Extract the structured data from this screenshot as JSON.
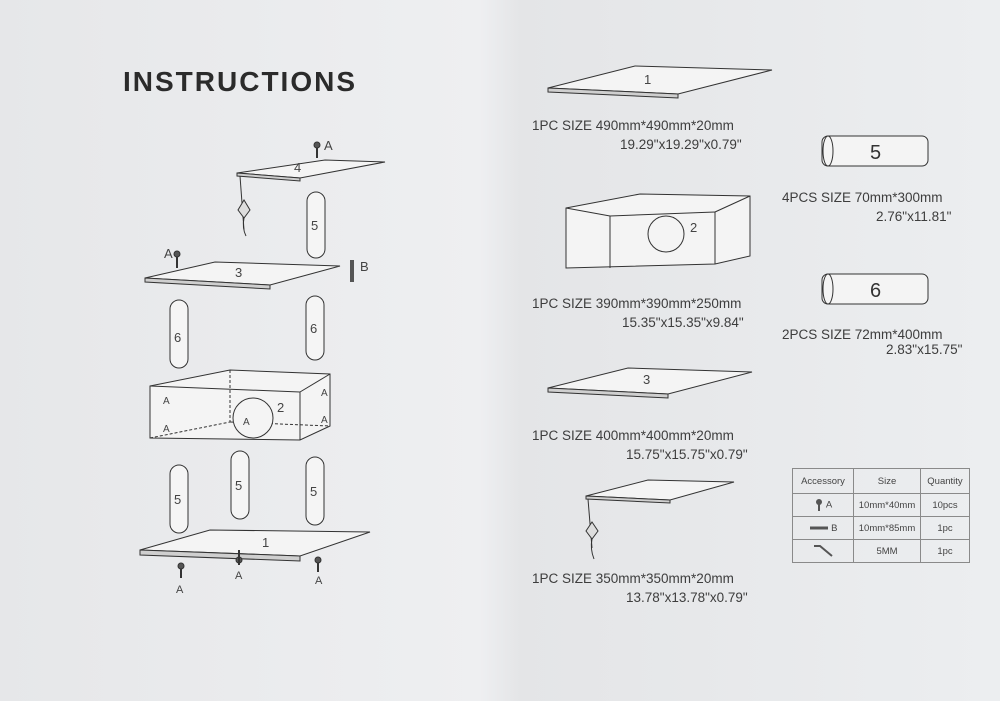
{
  "title": "INSTRUCTIONS",
  "parts": [
    {
      "id": "1",
      "line1": "1PC SIZE 490mm*490mm*20mm",
      "line2": "19.29\"x19.29\"x0.79\""
    },
    {
      "id": "2",
      "line1": "1PC SIZE 390mm*390mm*250mm",
      "line2": "15.35\"x15.35\"x9.84\""
    },
    {
      "id": "3",
      "line1": "1PC SIZE 400mm*400mm*20mm",
      "line2": "15.75\"x15.75\"x0.79\""
    },
    {
      "id": "4",
      "line1": "1PC SIZE 350mm*350mm*20mm",
      "line2": "13.78\"x13.78\"x0.79\""
    },
    {
      "id": "5",
      "line1": "4PCS SIZE 70mm*300mm",
      "line2": "2.76\"x11.81\""
    },
    {
      "id": "6",
      "line1": "2PCS SIZE 72mm*400mm",
      "line2": "2.83\"x15.75\""
    }
  ],
  "diagram_labels": {
    "screw_a": "A",
    "bolt_b": "B",
    "board1": "1",
    "box2": "2",
    "board3": "3",
    "board4": "4",
    "post5": "5",
    "post6": "6"
  },
  "accessory_table": {
    "headers": [
      "Accessory",
      "Size",
      "Quantity"
    ],
    "rows": [
      {
        "label": "A",
        "size": "10mm*40mm",
        "qty": "10pcs"
      },
      {
        "label": "B",
        "size": "10mm*85mm",
        "qty": "1pc"
      },
      {
        "label": "",
        "size": "5MM",
        "qty": "1pc"
      }
    ]
  }
}
